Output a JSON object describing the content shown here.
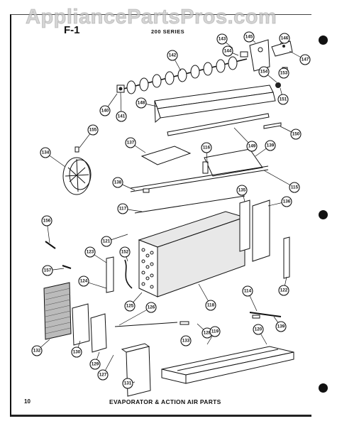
{
  "watermark": "AppliancePartsPros.com",
  "header": {
    "figure": "F-1",
    "series": "200 SERIES"
  },
  "footer": {
    "page_number": "10",
    "caption": "EVAPORATOR & ACTION AIR PARTS"
  },
  "callouts": [
    "114",
    "115",
    "116",
    "117",
    "118",
    "119",
    "120",
    "121",
    "122",
    "123",
    "124",
    "125",
    "126",
    "127",
    "128",
    "129",
    "130",
    "131",
    "132",
    "133",
    "134",
    "135",
    "136",
    "137",
    "138",
    "139",
    "140",
    "141",
    "142",
    "143",
    "144",
    "145",
    "146",
    "147",
    "148",
    "149",
    "150",
    "151",
    "152",
    "153",
    "154",
    "155",
    "156",
    "157"
  ]
}
